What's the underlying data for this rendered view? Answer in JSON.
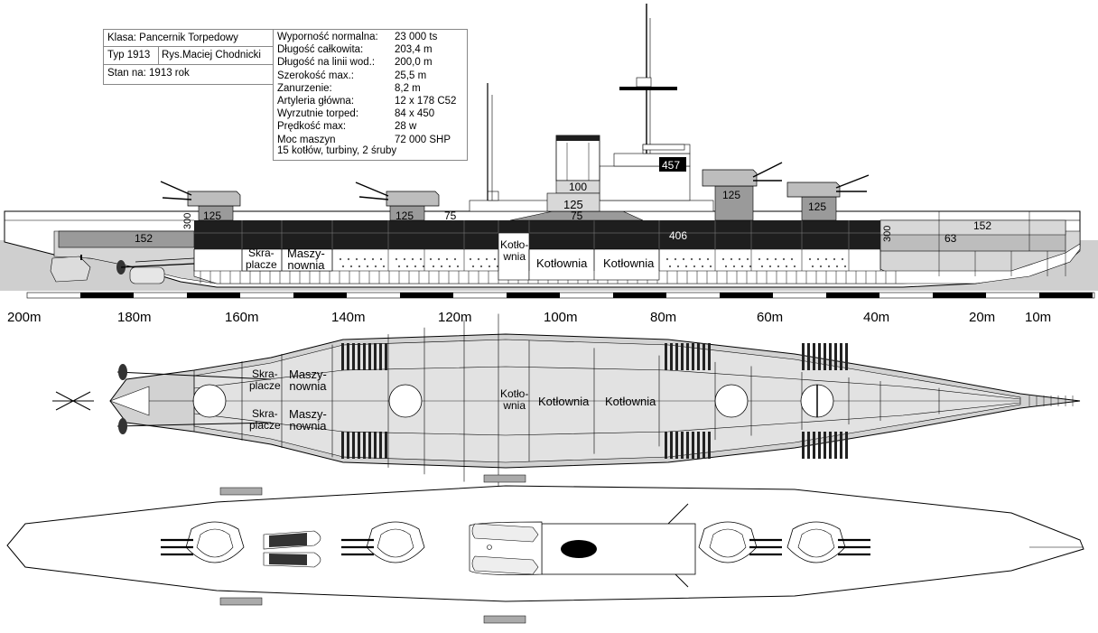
{
  "info": {
    "klasa": "Klasa: Pancernik Torpedowy",
    "typ": "Typ 1913",
    "author": "Rys.Maciej Chodnicki",
    "stan": "Stan na: 1913 rok",
    "specs": [
      {
        "label": "Wyporność normalna:",
        "value": "23 000 ts"
      },
      {
        "label": "Długość całkowita:",
        "value": "203,4 m"
      },
      {
        "label": "Długość na linii wod.:",
        "value": "200,0 m"
      },
      {
        "label": "Szerokość max.:",
        "value": "25,5 m"
      },
      {
        "label": "Zanurzenie:",
        "value": "8,2  m"
      },
      {
        "label": "Artyleria główna:",
        "value": "12 x 178 C52"
      },
      {
        "label": "Wyrzutnie torped:",
        "value": "84 x 450"
      },
      {
        "label": "Prędkość max:",
        "value": "28 w"
      },
      {
        "label": "Moc maszyn",
        "value": "72 000 SHP"
      }
    ],
    "propulsion": "15 kotłów, turbiny, 2 śruby"
  },
  "profile": {
    "armor": {
      "belt_main": "406",
      "belt_fore": "152",
      "belt_aft": "152",
      "bow_lower": "63",
      "deck_upper": "75",
      "deck_mid": "75",
      "bulkhead_aft": "300",
      "bulkhead_fore": "300",
      "turret_1": "125",
      "turret_2": "125",
      "turret_3": "125",
      "turret_4": "125",
      "citadel": "125",
      "tower": "100",
      "funnel": "457"
    },
    "compartments": {
      "condenser": "Skra-\nplacze",
      "engine": "Maszy-\nnownia",
      "boiler_small": "Kotło-\nwnia",
      "boiler_1": "Kotłownia",
      "boiler_2": "Kotłownia"
    }
  },
  "scale": {
    "ticks": [
      "200m",
      "180m",
      "160m",
      "140m",
      "120m",
      "100m",
      "80m",
      "60m",
      "40m",
      "20m",
      "10m"
    ]
  },
  "plan": {
    "condenser_top": "Skra-\nplacze",
    "engine_top": "Maszy-\nnownia",
    "condenser_bottom": "Skra-\nplacze",
    "engine_bottom": "Maszy-\nnownia",
    "boiler_small": "Kotło-\nwnia",
    "boiler_1": "Kotłownia",
    "boiler_2": "Kotłownia"
  },
  "colors": {
    "armor_dark": "#1e1e1e",
    "armor_mid": "#9a9a9a",
    "hull_light": "#d2d2d2",
    "compartment": "#e8e8e8",
    "water": "#c8c8c8"
  },
  "icons": [
    "propeller-icon",
    "anchor-icon",
    "lifeboat-icon",
    "turret-icon"
  ]
}
